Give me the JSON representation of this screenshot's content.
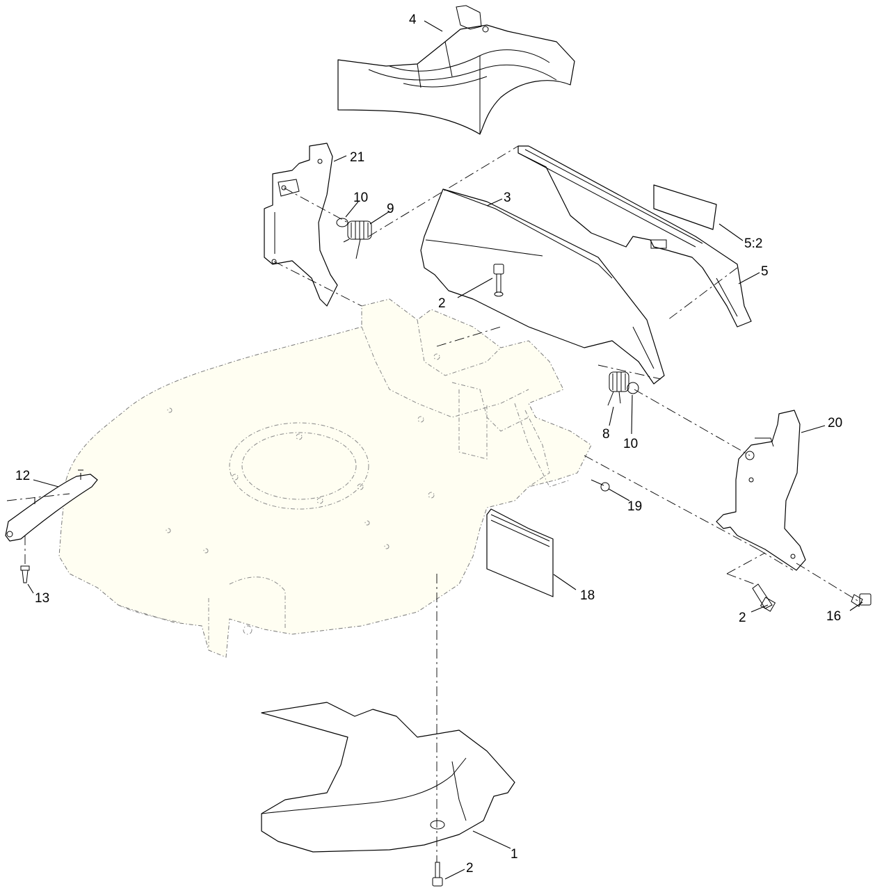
{
  "callouts": {
    "c1": "1",
    "c2a": "2",
    "c2b": "2",
    "c2c": "2",
    "c3": "3",
    "c4": "4",
    "c5": "5",
    "c5_2": "5:2",
    "c8": "8",
    "c9": "9",
    "c10a": "10",
    "c10b": "10",
    "c12": "12",
    "c13": "13",
    "c16": "16",
    "c18": "18",
    "c19": "19",
    "c20": "20",
    "c21": "21"
  }
}
